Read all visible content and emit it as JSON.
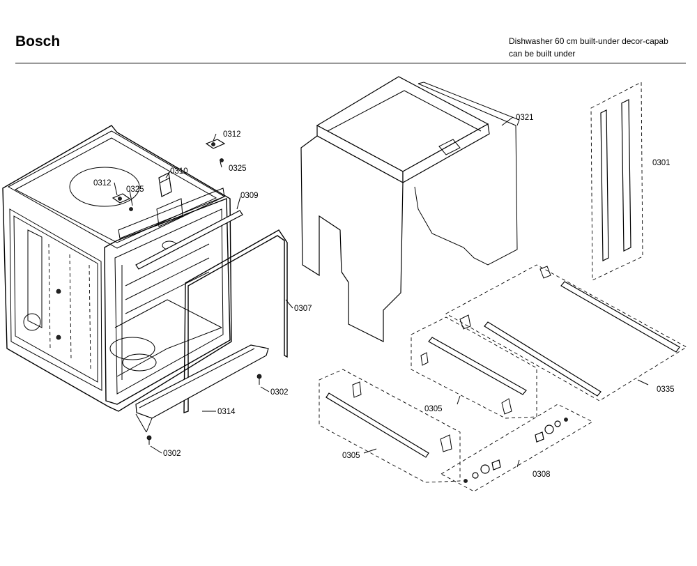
{
  "header": {
    "brand": "Bosch",
    "description_line1": "Dishwasher 60 cm built-under decor-capab",
    "description_line2": "can be built under"
  },
  "diagram": {
    "part_labels": {
      "p0312a": "0312",
      "p0325a": "0325",
      "p0312b": "0312",
      "p0325b": "0325",
      "p0310": "0310",
      "p0309": "0309",
      "p0307": "0307",
      "p0302a": "0302",
      "p0314": "0314",
      "p0302b": "0302",
      "p0321": "0321",
      "p0301": "0301",
      "p0335": "0335",
      "p0305a": "0305",
      "p0305b": "0305",
      "p0308": "0308"
    }
  }
}
